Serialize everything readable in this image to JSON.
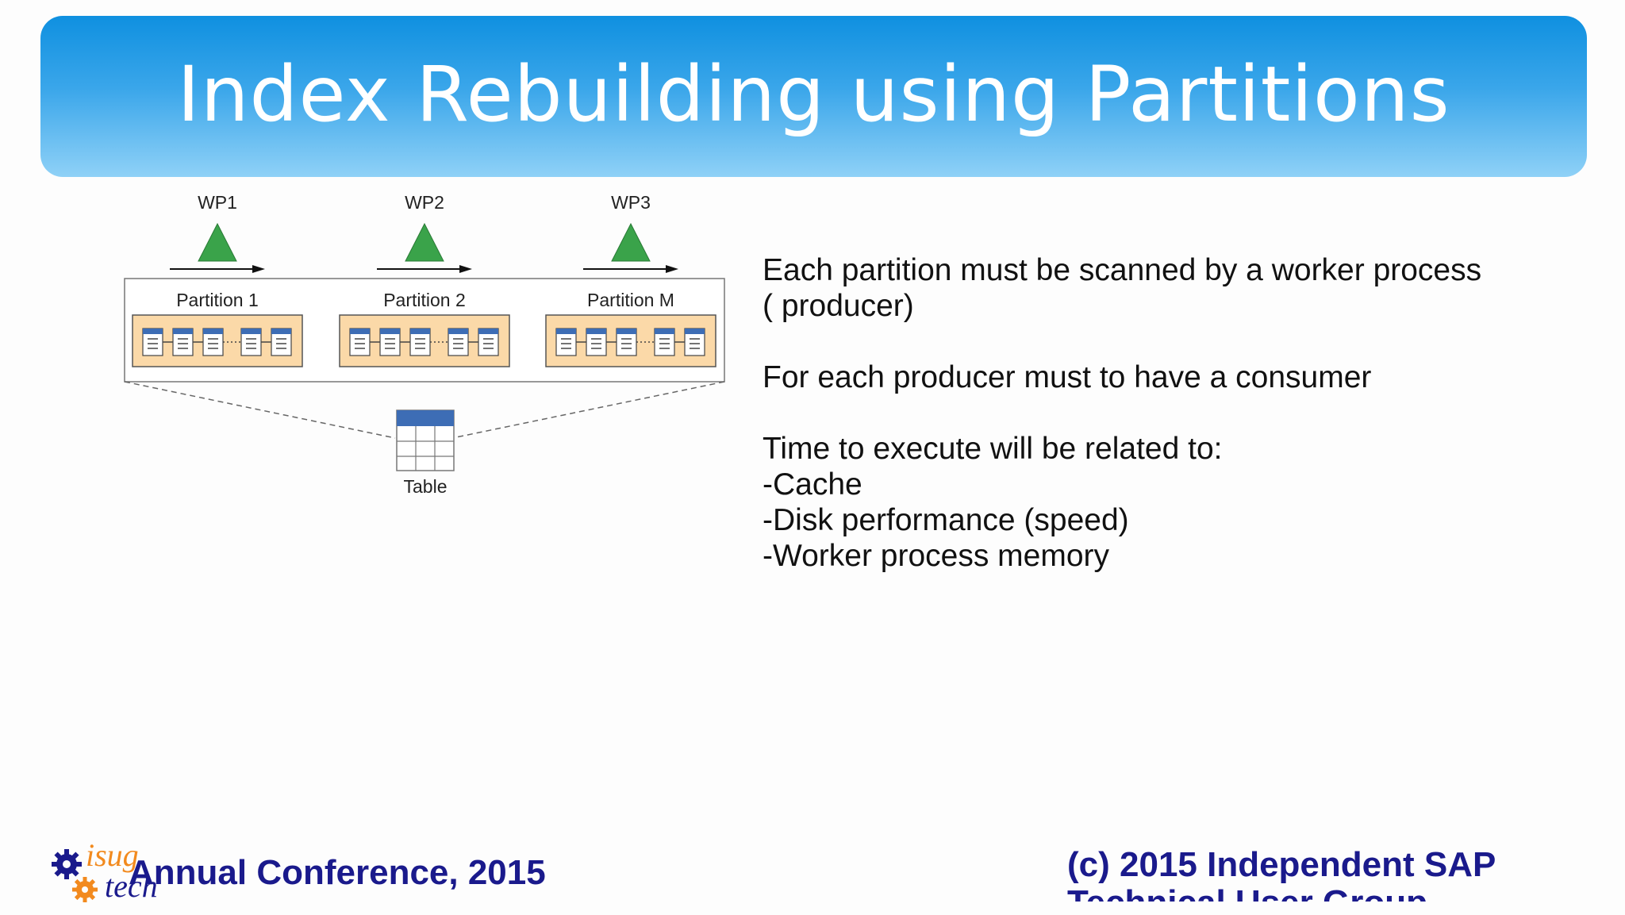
{
  "slide": {
    "title": "Index Rebuilding using Partitions"
  },
  "diagram": {
    "workers": [
      "WP1",
      "WP2",
      "WP3"
    ],
    "partitions": [
      "Partition 1",
      "Partition 2",
      "Partition M"
    ],
    "table_label": "Table",
    "colors": {
      "triangle": "#3aa34a",
      "partition_fill": "#fbd9a8",
      "page_header": "#3d6db5"
    }
  },
  "bullets": {
    "line1": "Each partition must be scanned by a worker process",
    "line2": "( producer)",
    "line3": "For each producer must to have a consumer",
    "line4": "Time to execute will be related to:",
    "line5": "-Cache",
    "line6": "-Disk performance (speed)",
    "line7": "-Worker process memory"
  },
  "footer": {
    "left": "Annual Conference, 2015",
    "right_line1": "(c) 2015 Independent SAP",
    "right_line2": "Technical User Group",
    "logo_top": "isug",
    "logo_bottom": "tech"
  }
}
